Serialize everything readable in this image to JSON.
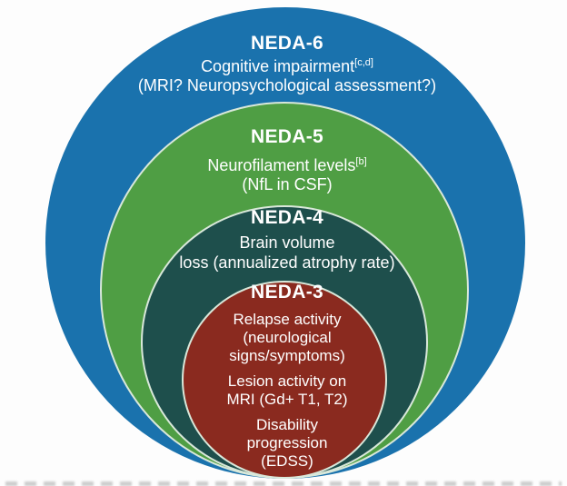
{
  "colors": {
    "background": "#fdfdfd",
    "neda6_fill": "#1a72ad",
    "neda5_fill": "#4f9e44",
    "neda4_fill": "#1e4f4c",
    "neda3_fill": "#8a2a1f",
    "ring_border": "#d9e8da",
    "text": "#ffffff"
  },
  "rings": {
    "neda6": {
      "title": "NEDA-6",
      "line1": "Cognitive impairment",
      "line1_sup": "[c,d]",
      "line2": "(MRI? Neuropsychological assessment?)"
    },
    "neda5": {
      "title": "NEDA-5",
      "line1": "Neurofilament levels",
      "line1_sup": "[b]",
      "line2": "(NfL in CSF)"
    },
    "neda4": {
      "title": "NEDA-4",
      "body": "Brain volume\nloss (annualized atrophy rate)"
    },
    "neda3": {
      "title": "NEDA-3",
      "item1": "Relapse activity\n(neurological\nsigns/symptoms)",
      "item2": "Lesion activity on\nMRI (Gd+ T1, T2)",
      "item3": "Disability\nprogression\n(EDSS)"
    }
  }
}
